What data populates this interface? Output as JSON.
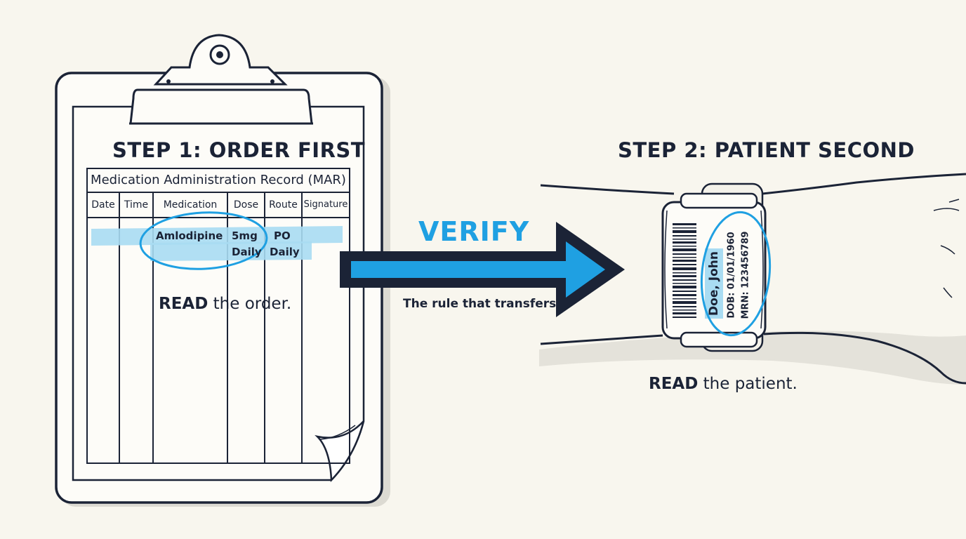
{
  "step1": {
    "title": "STEP 1: ORDER FIRST",
    "read_emphasis": "READ",
    "read_rest": " the order."
  },
  "mar": {
    "title": "Medication Administration Record (MAR)",
    "columns": [
      "Date",
      "Time",
      "Medication",
      "Dose",
      "Route",
      "Signature"
    ],
    "row": {
      "medication": "Amlodipine",
      "dose_line1": "5mg",
      "dose_line2": "Daily",
      "route_line1": "PO",
      "route_line2": "Daily"
    }
  },
  "arrow": {
    "label": "VERIFY",
    "caption": "The rule that transfers"
  },
  "step2": {
    "title": "STEP 2: PATIENT SECOND",
    "read_emphasis": "READ",
    "read_rest": " the patient."
  },
  "wristband": {
    "name": "Doe, John",
    "dob": "DOB: 01/01/1960",
    "mrn": "MRN: 123456789"
  },
  "colors": {
    "ink": "#1b2336",
    "accent": "#1fa0e2",
    "highlight": "#a9dcf2",
    "background": "#f8f6ee"
  },
  "icons": [
    "clipboard-icon",
    "clip-icon",
    "arrow-icon",
    "barcode-icon",
    "wristband-icon",
    "arm-icon"
  ]
}
